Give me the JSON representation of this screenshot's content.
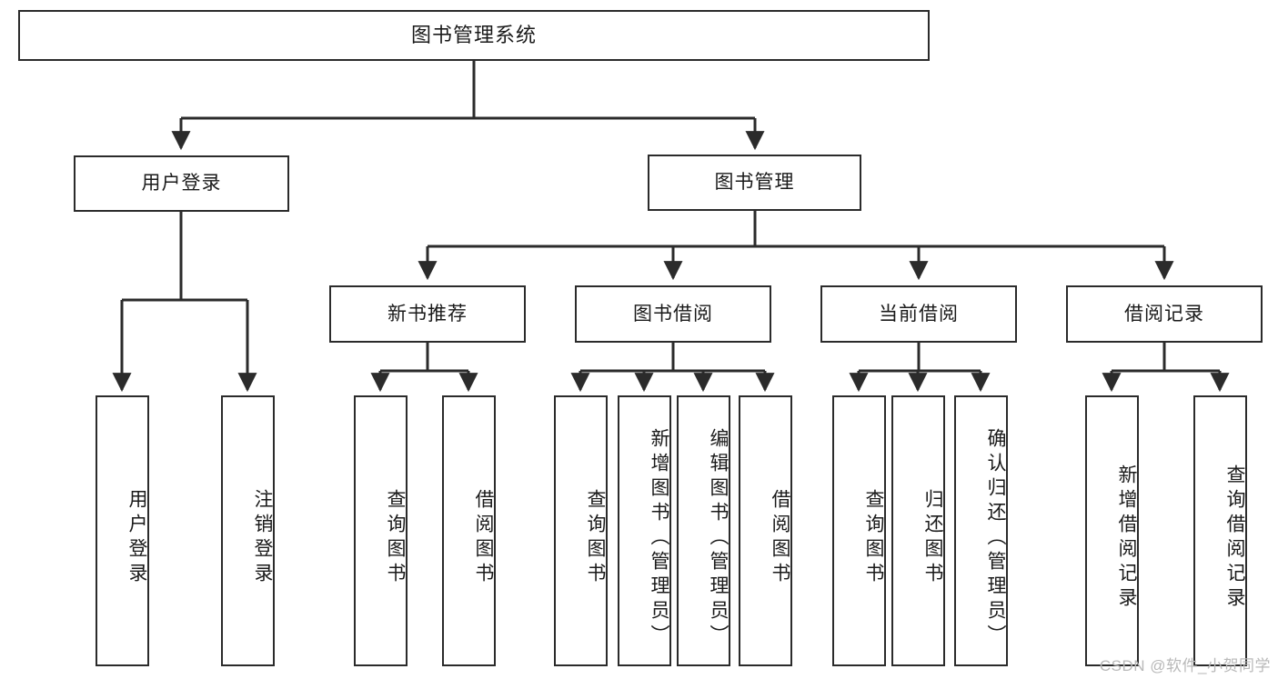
{
  "diagram": {
    "title": "图书管理系统",
    "type": "hierarchy-tree",
    "root": {
      "id": "root",
      "label": "图书管理系统",
      "orientation": "horizontal"
    },
    "level2": [
      {
        "id": "user-login",
        "label": "用户登录",
        "orientation": "horizontal"
      },
      {
        "id": "book-management",
        "label": "图书管理",
        "orientation": "horizontal"
      }
    ],
    "level3": [
      {
        "id": "new-book-recommend",
        "label": "新书推荐",
        "parent": "book-management",
        "orientation": "horizontal"
      },
      {
        "id": "book-borrow",
        "label": "图书借阅",
        "parent": "book-management",
        "orientation": "horizontal"
      },
      {
        "id": "current-borrow",
        "label": "当前借阅",
        "parent": "book-management",
        "orientation": "horizontal"
      },
      {
        "id": "borrow-record",
        "label": "借阅记录",
        "parent": "book-management",
        "orientation": "horizontal"
      }
    ],
    "leaves": [
      {
        "id": "leaf-user-login",
        "label": "用户登录",
        "parent": "user-login",
        "orientation": "vertical"
      },
      {
        "id": "leaf-logout",
        "label": "注销登录",
        "parent": "user-login",
        "orientation": "vertical"
      },
      {
        "id": "leaf-query-books-1",
        "label": "查询图书",
        "parent": "new-book-recommend",
        "orientation": "vertical"
      },
      {
        "id": "leaf-borrow-books-1",
        "label": "借阅图书",
        "parent": "new-book-recommend",
        "orientation": "vertical"
      },
      {
        "id": "leaf-query-books-2",
        "label": "查询图书",
        "parent": "book-borrow",
        "orientation": "vertical"
      },
      {
        "id": "leaf-add-book",
        "label": "新增图书（管理员）",
        "parent": "book-borrow",
        "orientation": "vertical"
      },
      {
        "id": "leaf-edit-book",
        "label": "编辑图书（管理员）",
        "parent": "book-borrow",
        "orientation": "vertical"
      },
      {
        "id": "leaf-borrow-books-2",
        "label": "借阅图书",
        "parent": "book-borrow",
        "orientation": "vertical"
      },
      {
        "id": "leaf-query-books-3",
        "label": "查询图书",
        "parent": "current-borrow",
        "orientation": "vertical"
      },
      {
        "id": "leaf-return-books",
        "label": "归还图书",
        "parent": "current-borrow",
        "orientation": "vertical"
      },
      {
        "id": "leaf-confirm-return",
        "label": "确认归还（管理员）",
        "parent": "current-borrow",
        "orientation": "vertical"
      },
      {
        "id": "leaf-add-record",
        "label": "新增借阅记录",
        "parent": "borrow-record",
        "orientation": "vertical"
      },
      {
        "id": "leaf-query-record",
        "label": "查询借阅记录",
        "parent": "borrow-record",
        "orientation": "vertical"
      }
    ],
    "colors": {
      "line": "#2b2b2b",
      "box_fill": "#ffffff",
      "text": "#1a1a1a",
      "watermark": "#b9b9b9"
    }
  },
  "watermark": {
    "text": "CSDN @软件_小贺同学"
  }
}
